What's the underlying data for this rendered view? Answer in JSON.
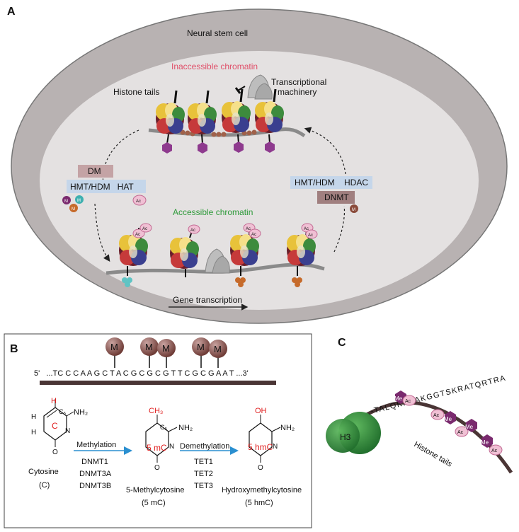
{
  "panel_a": {
    "letter": "A",
    "cell_label": "Neural stem cell",
    "inaccessible": "Inaccessible chromatin",
    "histone_tails": "Histone tails",
    "transcriptional_1": "Transcriptional",
    "transcriptional_2": "machinery",
    "dm": "DM",
    "left_enzymes": "HMT/HDM   HAT",
    "right_enzymes": "HMT/HDM    HDAC",
    "dnmt": "DNMT",
    "accessible": "Accessible chromatin",
    "gene_transcription": "Gene transcription",
    "ac": "Ac",
    "m": "M",
    "colors": {
      "inaccessible": "#e0506a",
      "accessible": "#2e9a3a",
      "cell": "#b8b2b2",
      "nucleus": "#e4e1e1"
    }
  },
  "panel_b": {
    "letter": "B",
    "methyl_marks": [
      "M",
      "M",
      "M",
      "M",
      "M"
    ],
    "dna_sequence": "5'   ...TC C C A A G C T A C G C G C G T T C G C G A A T ...3'",
    "cytosine": {
      "top": "H",
      "c5": "C₅",
      "center": "C",
      "nh2": "NH₂",
      "n": "N",
      "o": "O",
      "name": "Cytosine",
      "abbr": "(C)"
    },
    "methylation": {
      "label": "Methylation",
      "enzymes": [
        "DNMT1",
        "DNMT3A",
        "DNMT3B"
      ]
    },
    "mc": {
      "top": "CH₃",
      "c5": "C₅",
      "center": "5 mC",
      "nh2": "NH₂",
      "n": "N",
      "o": "O",
      "name": "5-Methylcytosine",
      "abbr": "(5 mC)"
    },
    "demethylation": {
      "label": "Demethylation",
      "enzymes": [
        "TET1",
        "TET2",
        "TET3"
      ]
    },
    "hmc": {
      "top": "OH",
      "center": "5 hmC",
      "nh2": "NH₂",
      "n": "N",
      "o": "O",
      "name": "Hydroxymethylcytosine",
      "abbr": "(5 hmC)"
    }
  },
  "panel_c": {
    "letter": "C",
    "h3": "H3",
    "sequence": ".-TALQKRPAKGGTSKRATQRTRA",
    "tails_label": "Histone tails",
    "me": "Me",
    "ac": "Ac"
  }
}
